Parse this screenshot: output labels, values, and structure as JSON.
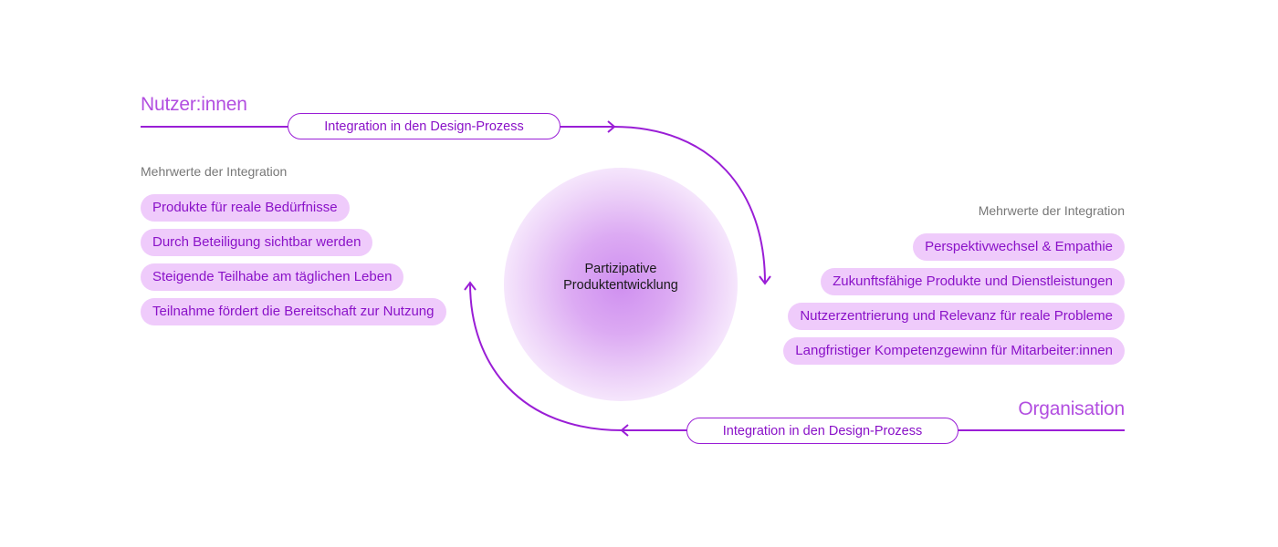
{
  "top_actor": {
    "title": "Nutzer:innen",
    "flow_label": "Integration in den Design-Prozess",
    "benefits_heading": "Mehrwerte der Integration",
    "benefits": [
      "Produkte für reale Bedürfnisse",
      "Durch Beteiligung sichtbar werden",
      "Steigende Teilhabe am täglichen Leben",
      "Teilnahme fördert die Bereitschaft zur Nutzung"
    ]
  },
  "center": {
    "line1": "Partizipative",
    "line2": "Produktentwicklung"
  },
  "bottom_actor": {
    "title": "Organisation",
    "flow_label": "Integration in den Design-Prozess",
    "benefits_heading": "Mehrwerte der Integration",
    "benefits": [
      "Perspektivwechsel & Empathie",
      "Zukunftsfähige Produkte und Dienstleistungen",
      "Nutzerzentrierung und Relevanz für reale Probleme",
      "Langfristiger Kompetenzgewinn für Mitarbeiter:innen"
    ]
  },
  "colors": {
    "accent": "#9a1ed6",
    "title": "#b24ee0",
    "pill_bg": "#efcbfb",
    "pill_text": "#8a12c8",
    "muted": "#777777"
  }
}
